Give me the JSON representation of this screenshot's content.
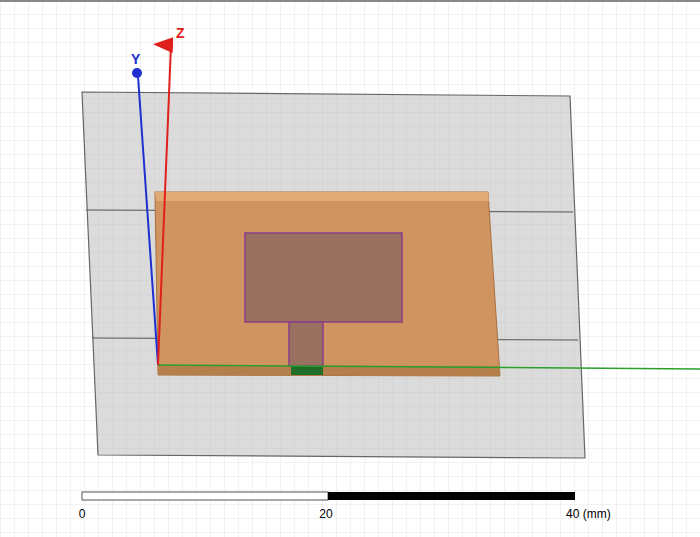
{
  "diagram": {
    "labels": [
      "Y",
      "Z",
      "0",
      "20",
      "40 (mm)"
    ]
  }
}
